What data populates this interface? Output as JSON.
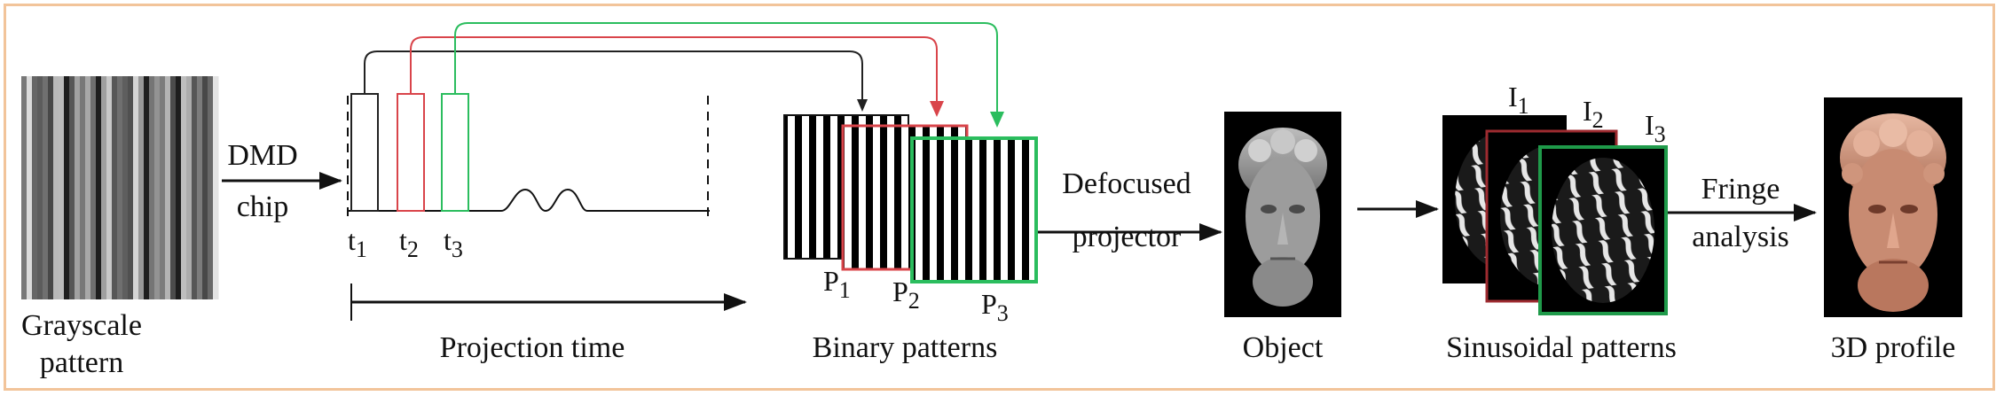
{
  "labels": {
    "grayscale_line1": "Grayscale",
    "grayscale_line2": "pattern",
    "dmd_line1": "DMD",
    "dmd_line2": "chip",
    "t1": "t",
    "t1_sub": "1",
    "t2": "t",
    "t2_sub": "2",
    "t3": "t",
    "t3_sub": "3",
    "projection_time": "Projection time",
    "p1": "P",
    "p1_sub": "1",
    "p2": "P",
    "p2_sub": "2",
    "p3": "P",
    "p3_sub": "3",
    "binary_patterns": "Binary patterns",
    "defocused_line1": "Defocused",
    "defocused_line2": "projector",
    "object": "Object",
    "i1": "I",
    "i1_sub": "1",
    "i2": "I",
    "i2_sub": "2",
    "i3": "I",
    "i3_sub": "3",
    "sinusoidal_patterns": "Sinusoidal patterns",
    "fringe_line1": "Fringe",
    "fringe_line2": "analysis",
    "profile": "3D profile"
  },
  "colors": {
    "frame": "#f2c49a",
    "pulse1": "#222222",
    "pulse2": "#d9444a",
    "pulse3": "#2bbd5e",
    "profile_skin": "#d9a08a"
  },
  "icons": {
    "object_image": "statue-head-gray",
    "profile_image": "statue-head-colored"
  }
}
